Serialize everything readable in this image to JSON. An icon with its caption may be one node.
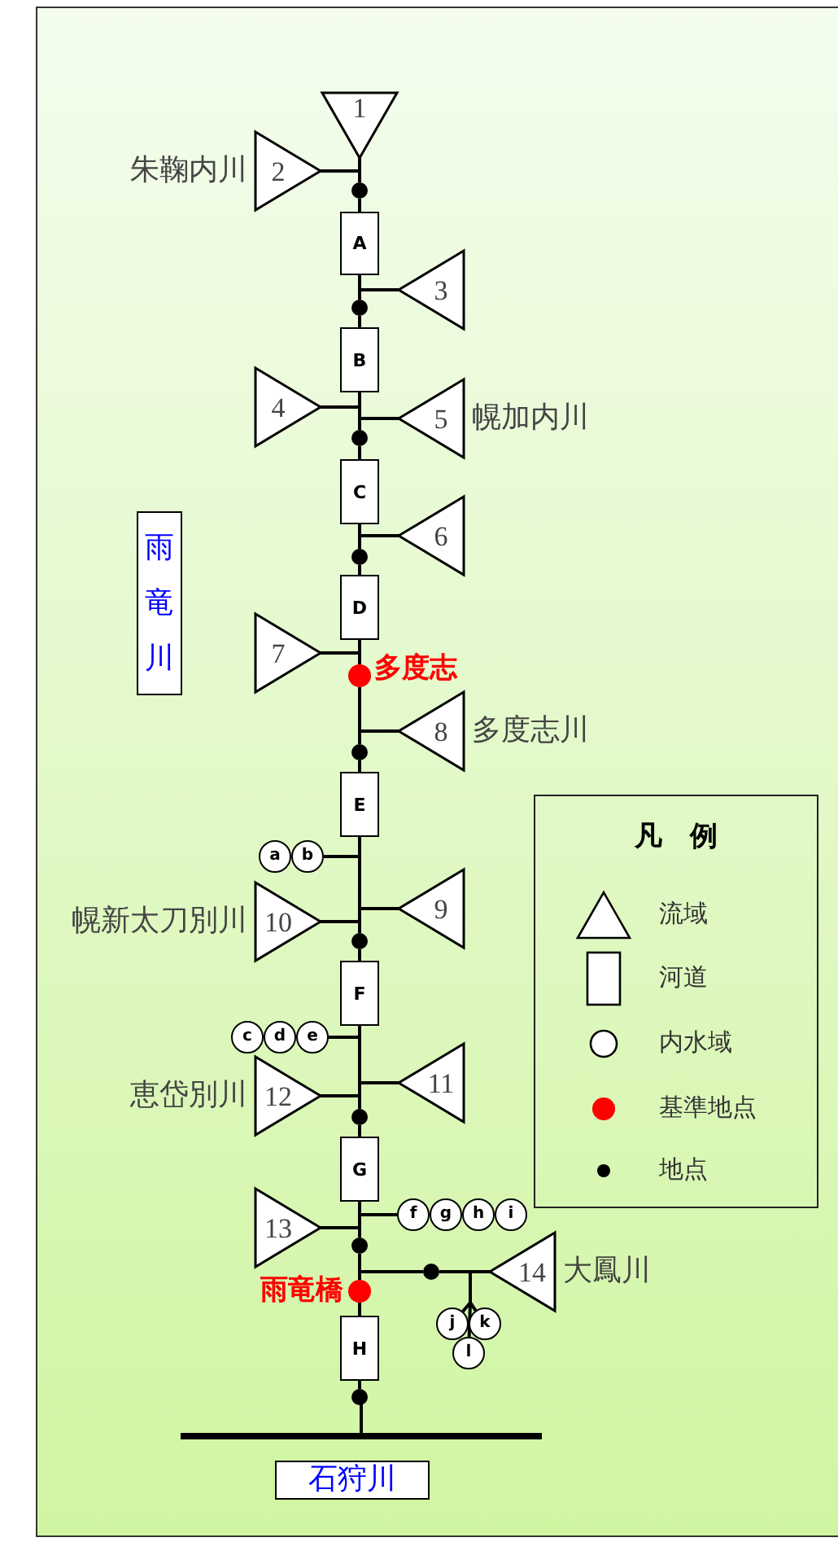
{
  "diagram": {
    "nodes": [
      {
        "text": [
          "1"
        ]
      },
      {
        "text": [
          "2"
        ],
        "beside": [
          "朱鞠内川"
        ]
      },
      {
        "text": [],
        "shape": "circle"
      },
      {
        "text": [
          "A"
        ]
      },
      {
        "text": [
          "3"
        ]
      },
      {
        "text": [],
        "shape": "circle"
      },
      {
        "text": [
          "B"
        ]
      },
      {
        "text": [
          "4"
        ]
      },
      {
        "text": [
          "5"
        ],
        "beside": [
          "幌加内川"
        ]
      },
      {
        "text": [],
        "shape": "circle"
      },
      {
        "text": [
          "C"
        ]
      },
      {
        "text": [
          "6"
        ]
      },
      {
        "text": [],
        "shape": "circle"
      },
      {
        "text": [
          "雨竜川"
        ]
      },
      {
        "text": [
          "D"
        ]
      },
      {
        "text": [
          "7"
        ]
      },
      {
        "text": [],
        "shape": "circle",
        "beside": [
          "多度志"
        ]
      },
      {
        "text": [
          "8"
        ],
        "beside": [
          "多度志川"
        ]
      },
      {
        "text": [],
        "shape": "circle"
      },
      {
        "text": [
          "E"
        ]
      },
      {
        "text": [
          "a"
        ]
      },
      {
        "text": [
          "b"
        ]
      },
      {
        "text": [
          "9"
        ]
      },
      {
        "text": [
          "10"
        ],
        "beside": [
          "幌新太刀別川"
        ]
      },
      {
        "text": [],
        "shape": "circle"
      },
      {
        "text": [
          "F"
        ]
      },
      {
        "text": [
          "c"
        ]
      },
      {
        "text": [
          "d"
        ]
      },
      {
        "text": [
          "e"
        ]
      },
      {
        "text": [
          "11"
        ]
      },
      {
        "text": [
          "12"
        ],
        "beside": [
          "恵岱別川"
        ]
      },
      {
        "text": [],
        "shape": "circle"
      },
      {
        "text": [
          "G"
        ]
      },
      {
        "text": [
          "f"
        ]
      },
      {
        "text": [
          "g"
        ]
      },
      {
        "text": [
          "h"
        ]
      },
      {
        "text": [
          "i"
        ]
      },
      {
        "text": [
          "13"
        ]
      },
      {
        "text": [],
        "shape": "circle"
      },
      {
        "text": [],
        "shape": "circle"
      },
      {
        "text": [
          "14"
        ],
        "beside": [
          "大鳳川"
        ]
      },
      {
        "text": [],
        "shape": "circle",
        "beside": [
          "雨竜橋"
        ]
      },
      {
        "text": [
          "j"
        ]
      },
      {
        "text": [
          "k"
        ]
      },
      {
        "text": [
          "l"
        ]
      },
      {
        "text": [
          "H"
        ]
      },
      {
        "text": [],
        "shape": "circle"
      },
      {
        "text": [],
        "shape": "bar"
      },
      {
        "text": [
          "石狩川"
        ]
      }
    ],
    "edges": [
      {
        "from": 0,
        "to": 2,
        "arrow": "none"
      },
      {
        "from": 1,
        "to": 2,
        "arrow": "none"
      },
      {
        "from": 2,
        "to": 3,
        "arrow": "none"
      },
      {
        "from": 3,
        "to": 5,
        "arrow": "none"
      },
      {
        "from": 4,
        "to": 5,
        "arrow": "none"
      },
      {
        "from": 5,
        "to": 6,
        "arrow": "none"
      },
      {
        "from": 6,
        "to": 9,
        "arrow": "none"
      },
      {
        "from": 7,
        "to": 9,
        "arrow": "none"
      },
      {
        "from": 8,
        "to": 9,
        "arrow": "none"
      },
      {
        "from": 9,
        "to": 10,
        "arrow": "none"
      },
      {
        "from": 10,
        "to": 12,
        "arrow": "none"
      },
      {
        "from": 11,
        "to": 12,
        "arrow": "none"
      },
      {
        "from": 12,
        "to": 14,
        "arrow": "none"
      },
      {
        "from": 14,
        "to": 16,
        "arrow": "none"
      },
      {
        "from": 15,
        "to": 16,
        "arrow": "none"
      },
      {
        "from": 16,
        "to": 18,
        "arrow": "none"
      },
      {
        "from": 17,
        "to": 18,
        "arrow": "none"
      },
      {
        "from": 18,
        "to": 19,
        "arrow": "none"
      },
      {
        "from": 19,
        "to": 24,
        "arrow": "none"
      },
      {
        "from": 21,
        "to": 24,
        "arrow": "none"
      },
      {
        "from": 22,
        "to": 24,
        "arrow": "none"
      },
      {
        "from": 23,
        "to": 24,
        "arrow": "none"
      },
      {
        "from": 24,
        "to": 25,
        "arrow": "none"
      },
      {
        "from": 25,
        "to": 31,
        "arrow": "none"
      },
      {
        "from": 28,
        "to": 31,
        "arrow": "none"
      },
      {
        "from": 29,
        "to": 31,
        "arrow": "none"
      },
      {
        "from": 30,
        "to": 31,
        "arrow": "none"
      },
      {
        "from": 31,
        "to": 32,
        "arrow": "none"
      },
      {
        "from": 32,
        "to": 38,
        "arrow": "none"
      },
      {
        "from": 33,
        "to": 38,
        "arrow": "none"
      },
      {
        "from": 37,
        "to": 38,
        "arrow": "none"
      },
      {
        "from": 38,
        "to": 41,
        "arrow": "none"
      },
      {
        "from": 40,
        "to": 39,
        "arrow": "none"
      },
      {
        "from": 42,
        "to": 39,
        "arrow": "none"
      },
      {
        "from": 43,
        "to": 39,
        "arrow": "none"
      },
      {
        "from": 44,
        "to": 39,
        "arrow": "none"
      },
      {
        "from": 39,
        "to": 41,
        "arrow": "none"
      },
      {
        "from": 41,
        "to": 45,
        "arrow": "none"
      },
      {
        "from": 45,
        "to": 46,
        "arrow": "none"
      },
      {
        "from": 46,
        "to": 47,
        "arrow": "none"
      }
    ],
    "labels": [
      "凡　例"
    ],
    "legend": [
      {
        "text": "流域"
      },
      {
        "text": "河道"
      },
      {
        "text": "内水域"
      },
      {
        "text": "基準地点"
      },
      {
        "text": "地点"
      }
    ]
  }
}
